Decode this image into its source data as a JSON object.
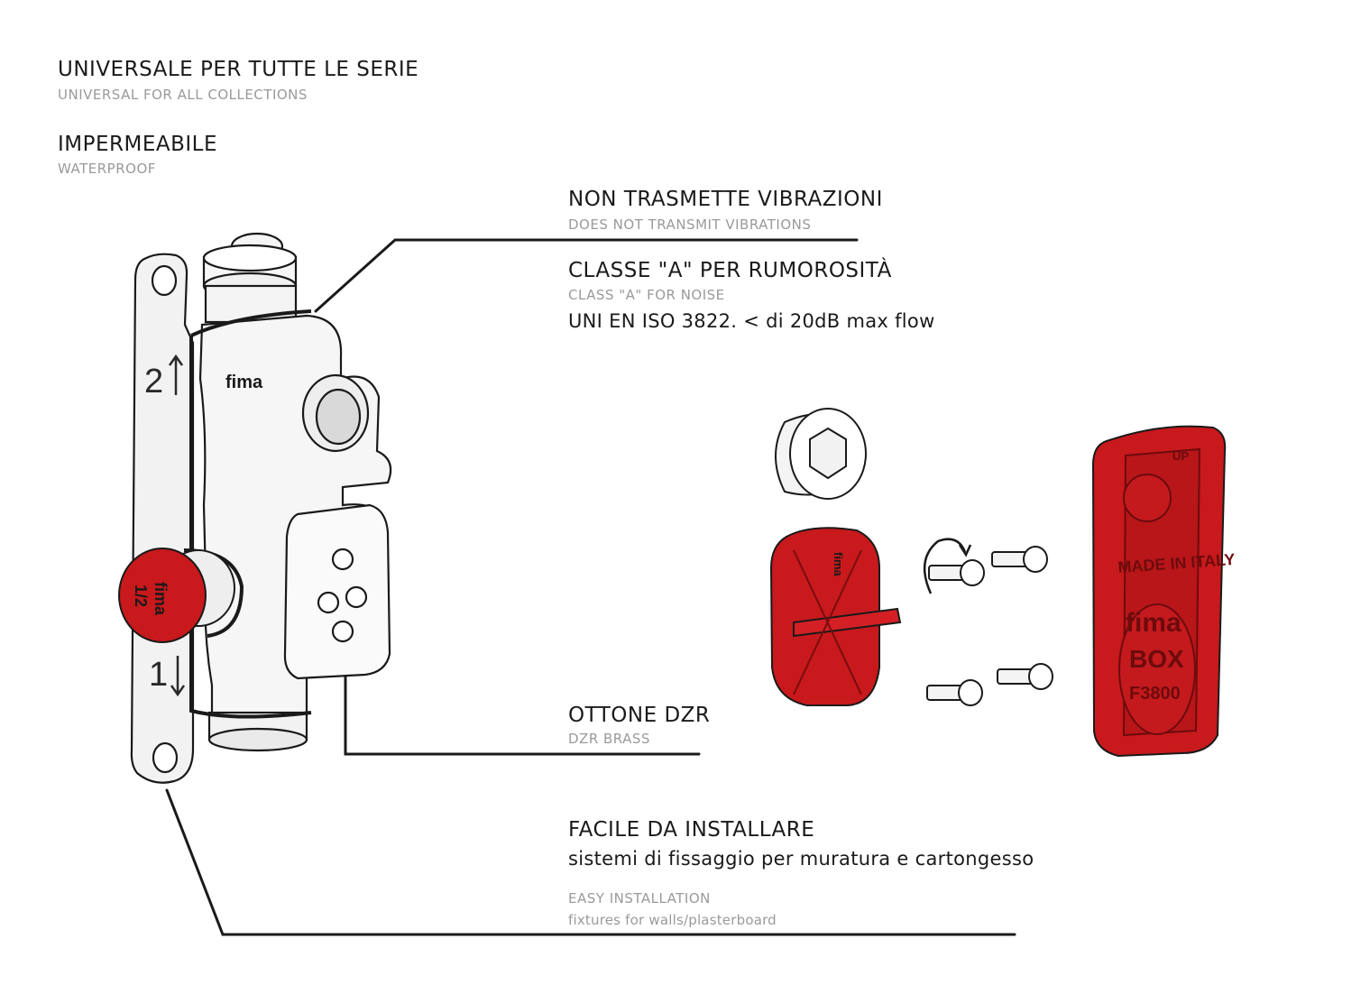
{
  "top": {
    "universal_it": "UNIVERSALE PER TUTTE LE SERIE",
    "universal_en": "UNIVERSAL FOR ALL COLLECTIONS",
    "waterproof_it": "IMPERMEABILE",
    "waterproof_en": "WATERPROOF"
  },
  "vibration": {
    "title_it": "NON TRASMETTE VIBRAZIONI",
    "title_en": "DOES NOT TRANSMIT VIBRATIONS"
  },
  "noise": {
    "title_it": "CLASSE \"A\" PER RUMOROSITÀ",
    "title_en": "CLASS \"A\" FOR NOISE",
    "spec": "UNI EN ISO 3822. < di 20dB max flow"
  },
  "brass": {
    "title_it": "OTTONE DZR",
    "title_en": "DZR BRASS"
  },
  "install": {
    "title_it": "FACILE DA INSTALLARE",
    "desc_it": "sistemi di fissaggio per muratura e cartongesso",
    "title_en": "EASY INSTALLATION",
    "desc_en": "fixtures for walls/plasterboard"
  },
  "product_marks": {
    "brand": "fima",
    "arrow_up_num": "2",
    "arrow_down_num": "1",
    "cap_size": "1/2",
    "cover_box": "BOX",
    "cover_made": "MADE IN ITALY",
    "cover_model": "F3800",
    "cover_up": "UP"
  },
  "colors": {
    "red": "#c8191c",
    "line": "#1a1a1a",
    "muted": "#9a9a9a"
  }
}
